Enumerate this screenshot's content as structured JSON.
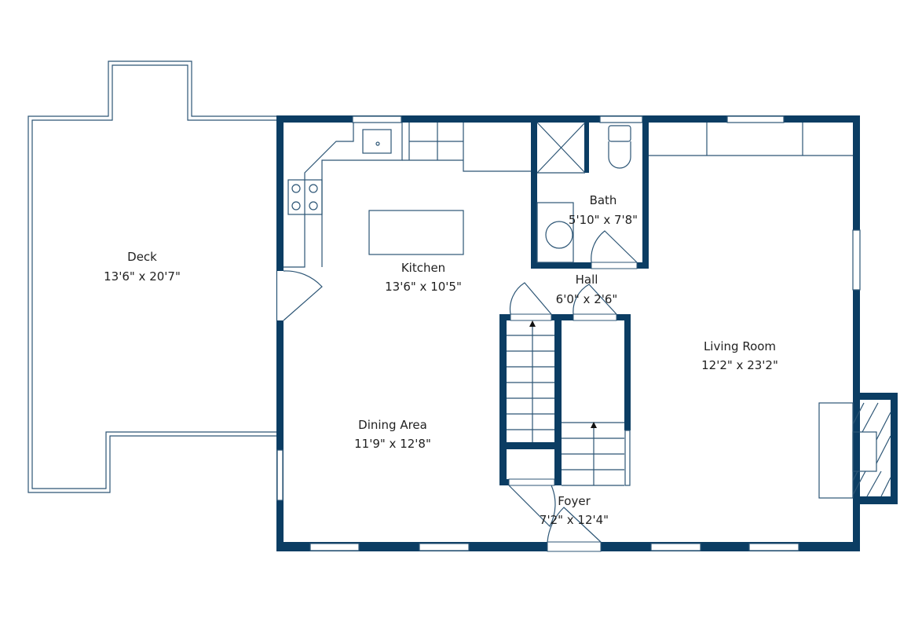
{
  "colors": {
    "wall": "#0b3d63",
    "fixture_line": "#2c5575",
    "background": "#ffffff"
  },
  "rooms": [
    {
      "name": "Deck",
      "size": "13'6\" x 20'7\""
    },
    {
      "name": "Kitchen",
      "size": "13'6\" x 10'5\""
    },
    {
      "name": "Bath",
      "size": "5'10\" x 7'8\""
    },
    {
      "name": "Hall",
      "size": "6'0\" x 2'6\""
    },
    {
      "name": "Living Room",
      "size": "12'2\" x 23'2\""
    },
    {
      "name": "Dining Area",
      "size": "11'9\" x 12'8\""
    },
    {
      "name": "Foyer",
      "size": "7'2\" x 12'4\""
    }
  ]
}
